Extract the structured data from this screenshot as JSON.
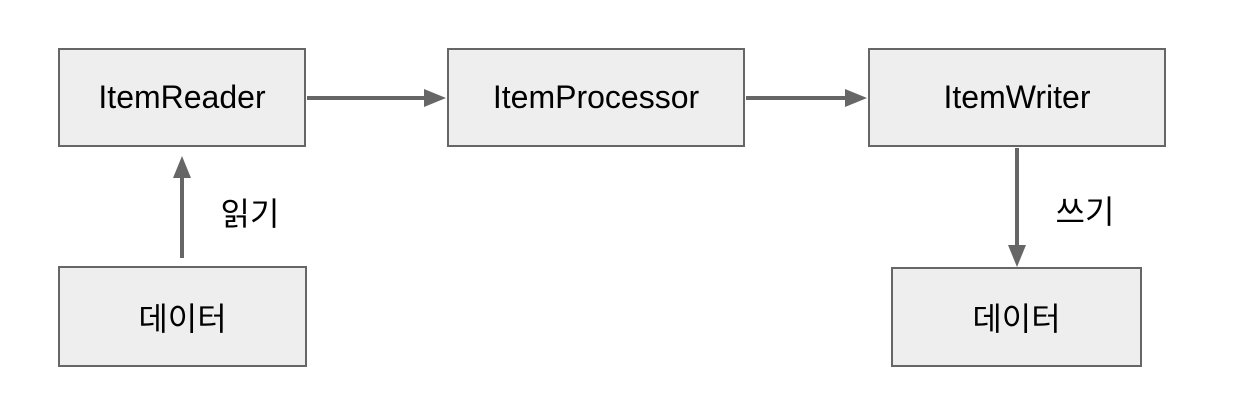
{
  "diagram": {
    "nodes": [
      {
        "label": "ItemReader"
      },
      {
        "label": "ItemProcessor"
      },
      {
        "label": "ItemWriter"
      },
      {
        "label": "데이터"
      },
      {
        "label": "데이터"
      }
    ],
    "edge_labels": {
      "read": "읽기",
      "write": "쓰기"
    },
    "colors": {
      "node_fill": "#eeeeee",
      "node_border": "#666666",
      "arrow": "#666666",
      "label_text": "#000000",
      "background": "#ffffff"
    }
  }
}
